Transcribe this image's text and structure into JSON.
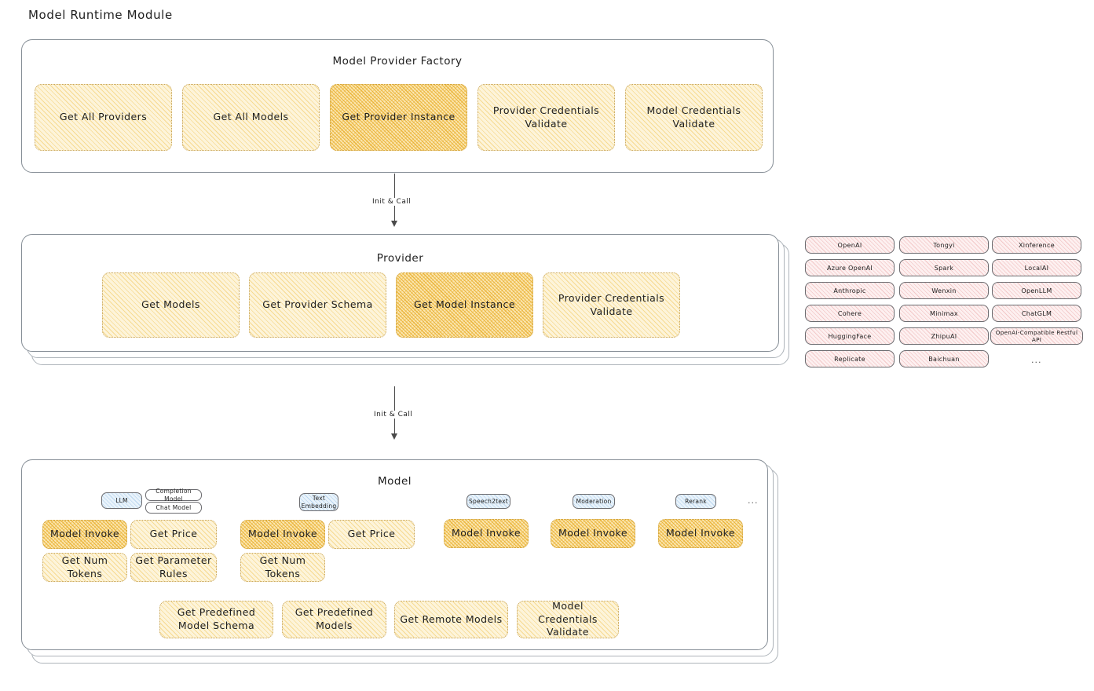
{
  "title": "Model Runtime Module",
  "sections": {
    "factory": {
      "title": "Model Provider Factory",
      "nodes": [
        {
          "label": "Get All Providers",
          "highlight": false
        },
        {
          "label": "Get All Models",
          "highlight": false
        },
        {
          "label": "Get Provider Instance",
          "highlight": true
        },
        {
          "label": "Provider Credentials Validate",
          "highlight": false
        },
        {
          "label": "Model Credentials Validate",
          "highlight": false
        }
      ]
    },
    "provider": {
      "title": "Provider",
      "nodes": [
        {
          "label": "Get Models",
          "highlight": false
        },
        {
          "label": "Get Provider Schema",
          "highlight": false
        },
        {
          "label": "Get Model Instance",
          "highlight": true
        },
        {
          "label": "Provider Credentials Validate",
          "highlight": false
        }
      ]
    },
    "model": {
      "title": "Model",
      "groups": [
        {
          "badges": [
            {
              "label": "LLM",
              "style": "blue"
            },
            {
              "label": "Completion Model",
              "style": "plain"
            },
            {
              "label": "Chat Model",
              "style": "plain"
            }
          ],
          "nodes": [
            {
              "label": "Model Invoke",
              "highlight": true
            },
            {
              "label": "Get Price",
              "highlight": false
            },
            {
              "label": "Get Num Tokens",
              "highlight": false
            },
            {
              "label": "Get Parameter Rules",
              "highlight": false
            }
          ]
        },
        {
          "badges": [
            {
              "label": "Text Embedding",
              "style": "blue"
            }
          ],
          "nodes": [
            {
              "label": "Model Invoke",
              "highlight": true
            },
            {
              "label": "Get Price",
              "highlight": false
            },
            {
              "label": "Get Num Tokens",
              "highlight": false
            }
          ]
        },
        {
          "badges": [
            {
              "label": "Speech2text",
              "style": "blue"
            }
          ],
          "nodes": [
            {
              "label": "Model Invoke",
              "highlight": true
            }
          ]
        },
        {
          "badges": [
            {
              "label": "Moderation",
              "style": "blue"
            }
          ],
          "nodes": [
            {
              "label": "Model Invoke",
              "highlight": true
            }
          ]
        },
        {
          "badges": [
            {
              "label": "Rerank",
              "style": "blue"
            }
          ],
          "nodes": [
            {
              "label": "Model Invoke",
              "highlight": true
            }
          ]
        }
      ],
      "more_indicator": "...",
      "common_nodes": [
        {
          "label": "Get Predefined Model Schema"
        },
        {
          "label": "Get Predefined Models"
        },
        {
          "label": "Get Remote Models"
        },
        {
          "label": "Model Credentials Validate"
        }
      ]
    }
  },
  "arrows": [
    {
      "label": "Init & Call"
    },
    {
      "label": "Init & Call"
    }
  ],
  "provider_list": {
    "columns": [
      [
        "OpenAI",
        "Azure OpenAI",
        "Anthropic",
        "Cohere",
        "HuggingFace",
        "Replicate"
      ],
      [
        "Tongyi",
        "Spark",
        "Wenxin",
        "Minimax",
        "ZhipuAI",
        "Baichuan"
      ],
      [
        "Xinference",
        "LocalAI",
        "OpenLLM",
        "ChatGLM",
        "OpenAI-Compatible Restful API"
      ]
    ],
    "more_indicator": "..."
  },
  "colors": {
    "node_fill": "#fdf4da",
    "node_highlight_fill": "#fbe6b0",
    "provider_pill_fill": "#fdf0f0",
    "badge_blue_fill": "#e9f3fb",
    "panel_border": "#868e96",
    "text": "#1e1e1e"
  }
}
